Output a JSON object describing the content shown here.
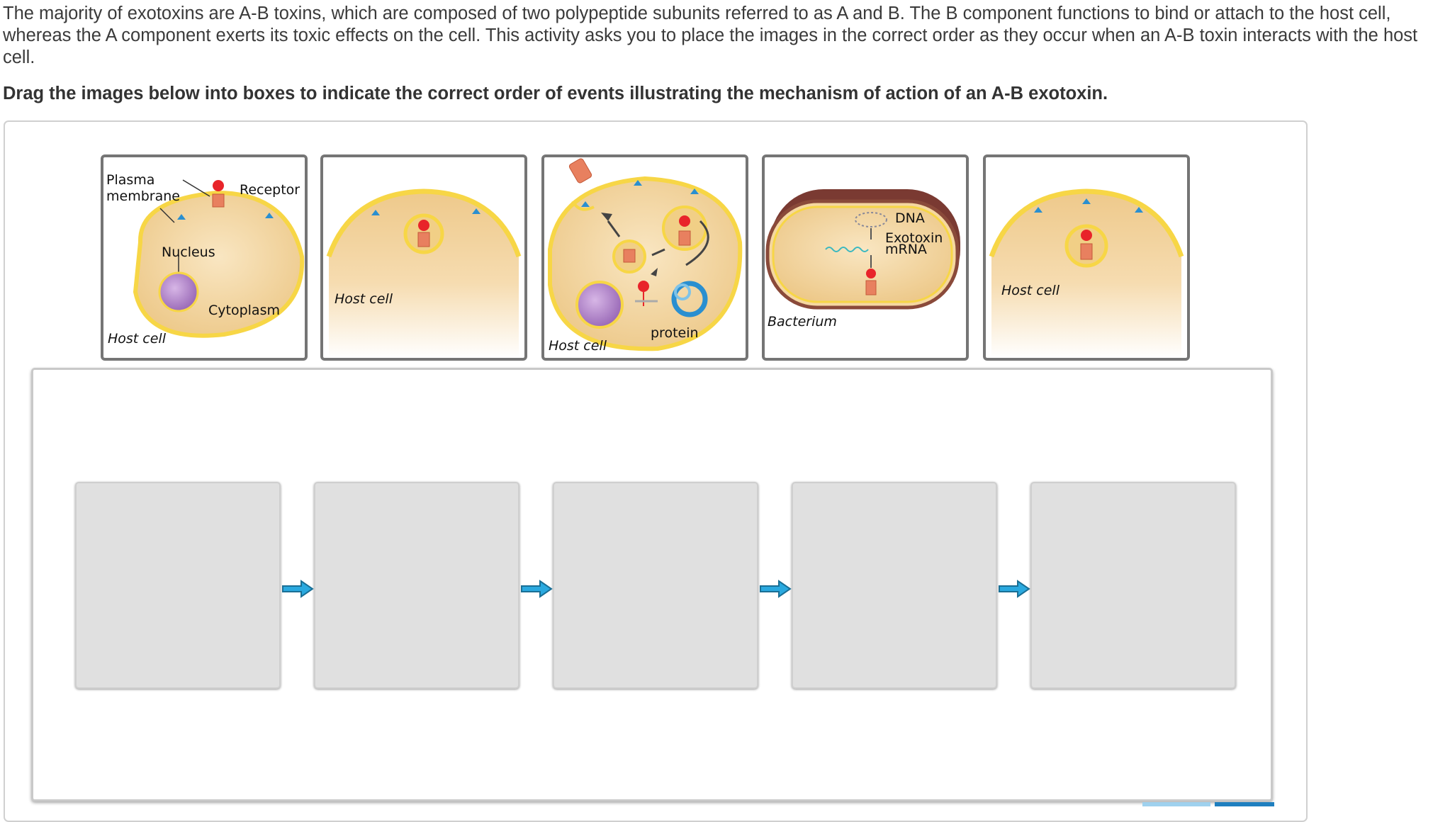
{
  "intro_text": "The majority of exotoxins are A-B toxins, which are composed of two polypeptide subunits referred to as A and B. The B component functions to bind or attach to the host cell, whereas the A component exerts its toxic effects on the cell. This activity asks you to place the images in the correct order as they occur when an A-B toxin interacts with the host cell.",
  "instruction": "Drag the images below into boxes to indicate the correct order of events illustrating the mechanism of action of an A-B exotoxin.",
  "tiles": [
    {
      "labels": {
        "plasma": "Plasma",
        "membrane": "membrane",
        "receptor": "Receptor",
        "nucleus": "Nucleus",
        "cytoplasm": "Cytoplasm",
        "host": "Host cell"
      }
    },
    {
      "labels": {
        "host": "Host cell"
      }
    },
    {
      "labels": {
        "host": "Host cell",
        "protein": "protein"
      }
    },
    {
      "labels": {
        "dna": "DNA",
        "exotoxin": "Exotoxin",
        "mrna": "mRNA",
        "bacterium": "Bacterium"
      }
    },
    {
      "labels": {
        "host": "Host cell"
      }
    }
  ],
  "subunits": {
    "a": "A",
    "b": "B"
  },
  "colors": {
    "cell_fill": "#f3d59e",
    "membrane": "#f7d646",
    "nucleus": "#b183c9",
    "toxin_a": "#e8242a",
    "toxin_b": "#e8805f",
    "arrow": "#2aa9df",
    "slot": "#e0e0e0"
  }
}
